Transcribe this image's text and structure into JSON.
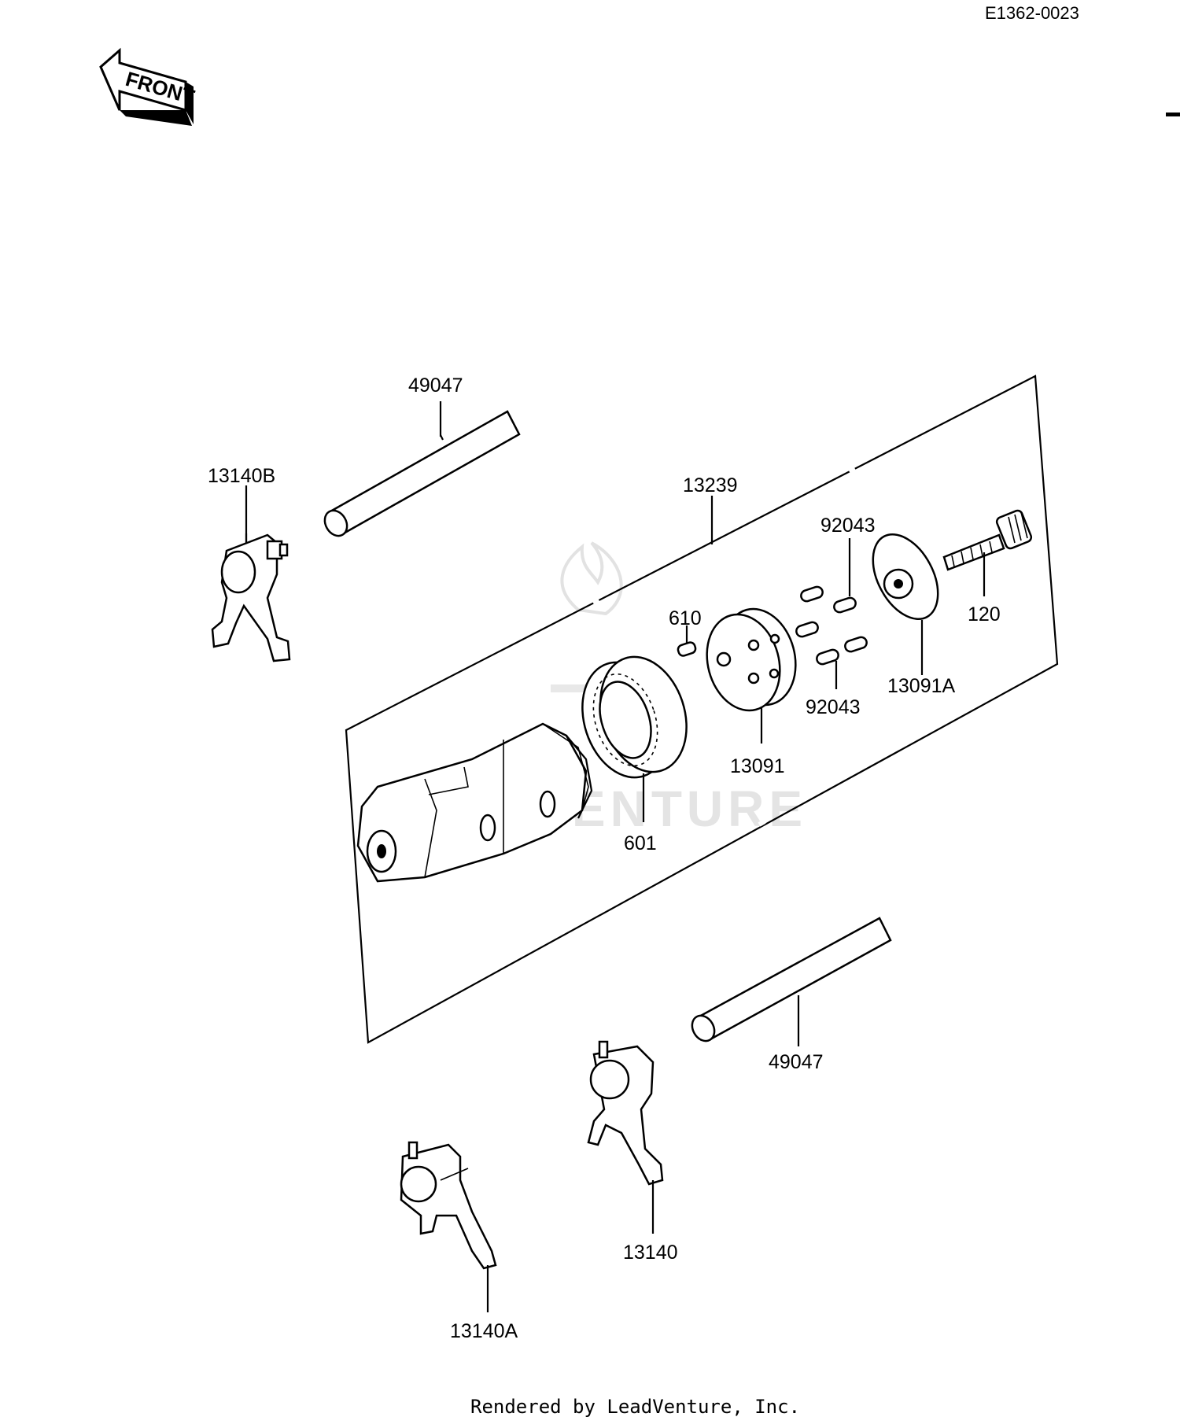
{
  "diagram_code": "E1362-0023",
  "front_label": "FRONT",
  "watermark": "LEADVENTURE",
  "footer": "Rendered by LeadVenture, Inc.",
  "part_labels": {
    "shaft_top": "49047",
    "fork_top_left": "13140B",
    "drum_assembly": "13239",
    "pin_upper": "92043",
    "bolt": "120",
    "pin": "610",
    "cam_plate": "13091",
    "pin_lower": "92043",
    "holder": "13091A",
    "bearing": "601",
    "shaft_bottom": "49047",
    "fork_bottom_right": "13140",
    "fork_bottom_left": "13140A"
  }
}
